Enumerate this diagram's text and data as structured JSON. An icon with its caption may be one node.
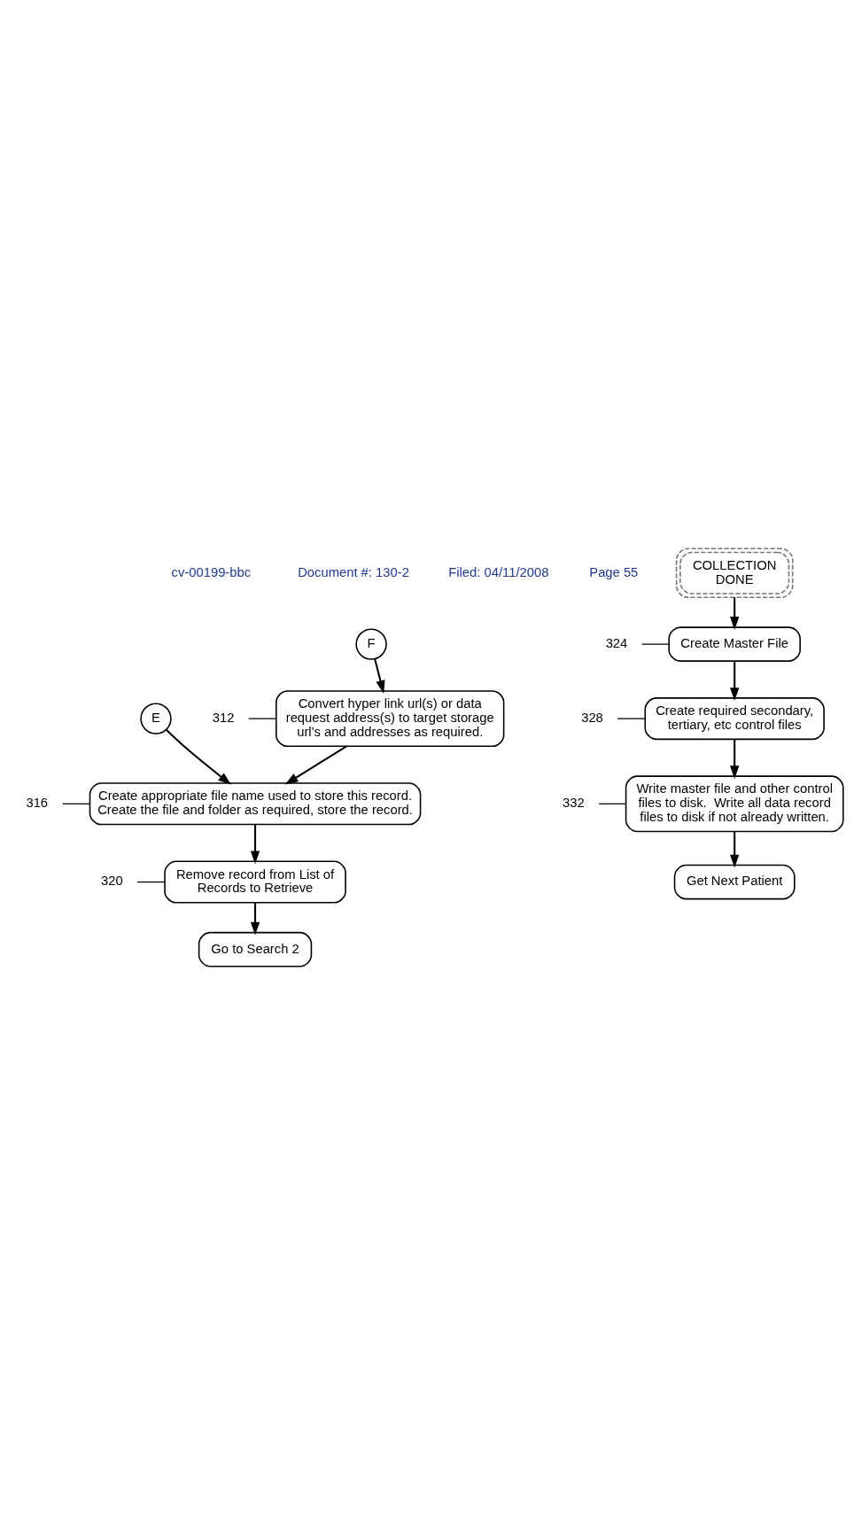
{
  "diagram": {
    "nodes": [
      {
        "text": [
          "E"
        ]
      },
      {
        "text": [
          "F"
        ]
      },
      {
        "text": [
          "312"
        ]
      },
      {
        "text": [
          "Convert hyper link url(s) or data request address(s) to target storage url’s and addresses as required."
        ]
      },
      {
        "text": [
          "316"
        ]
      },
      {
        "text": [
          "Create appropriate file name used to store this record. Create the file and folder as required, store the record."
        ]
      },
      {
        "text": [
          "320"
        ]
      },
      {
        "text": [
          "Remove record from List of Records to Retrieve"
        ]
      },
      {
        "text": [
          "Go to Search 2"
        ]
      },
      {
        "text": [
          "COLLECTION DONE"
        ]
      },
      {
        "text": [
          "324"
        ]
      },
      {
        "text": [
          "Create Master File"
        ]
      },
      {
        "text": [
          "328"
        ]
      },
      {
        "text": [
          "Create required secondary, tertiary, etc control files"
        ]
      },
      {
        "text": [
          "332"
        ]
      },
      {
        "text": [
          "Write master file and other control files to disk.  Write all data record files to disk if not already written."
        ]
      },
      {
        "text": [
          "Get Next Patient"
        ]
      }
    ],
    "edges": [
      {
        "from": 1,
        "to": 3,
        "arrow": "to"
      },
      {
        "from": 2,
        "to": 3,
        "arrow": "none"
      },
      {
        "from": 0,
        "to": 5,
        "arrow": "to"
      },
      {
        "from": 3,
        "to": 5,
        "arrow": "to"
      },
      {
        "from": 4,
        "to": 5,
        "arrow": "none"
      },
      {
        "from": 5,
        "to": 7,
        "arrow": "to"
      },
      {
        "from": 6,
        "to": 7,
        "arrow": "none"
      },
      {
        "from": 7,
        "to": 8,
        "arrow": "to"
      },
      {
        "from": 9,
        "to": 11,
        "arrow": "to"
      },
      {
        "from": 10,
        "to": 11,
        "arrow": "none"
      },
      {
        "from": 11,
        "to": 13,
        "arrow": "to"
      },
      {
        "from": 12,
        "to": 13,
        "arrow": "none"
      },
      {
        "from": 13,
        "to": 15,
        "arrow": "to"
      },
      {
        "from": 14,
        "to": 15,
        "arrow": "none"
      },
      {
        "from": 15,
        "to": 16,
        "arrow": "to"
      }
    ],
    "labels": [
      "cv-00199-bbc",
      "Document #: 130-2",
      "Filed: 04/11/2008",
      "Page 55"
    ]
  }
}
